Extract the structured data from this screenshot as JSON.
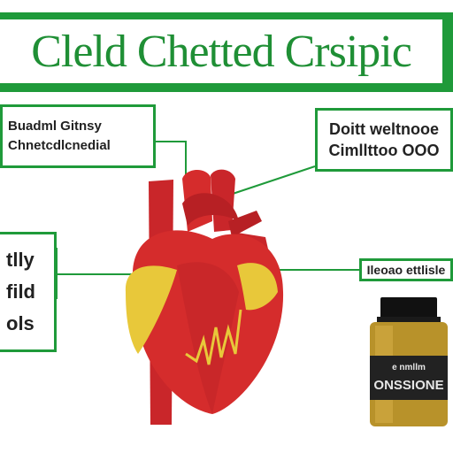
{
  "title": "Cleld Chetted Crsipic",
  "boxes": {
    "top_left": {
      "line1": "Buadml Gitnsy",
      "line2": "Chnetcdlcnedial"
    },
    "top_right": {
      "line1": "Doitt weltnooe",
      "line2": "Cimllttoo OOO"
    },
    "mid_left": {
      "line1": "tlly",
      "line2": "fild",
      "line3": "ols"
    },
    "mid_right": {
      "line1": "Ileoao ettlisle"
    }
  },
  "bottle": {
    "label1": "e nmllm",
    "label2": "ONSSIONE"
  },
  "colors": {
    "green": "#1f9a3a",
    "heart_red": "#d52c2c",
    "heart_yellow": "#e8c83a",
    "bottle_gold": "#b8922a"
  }
}
